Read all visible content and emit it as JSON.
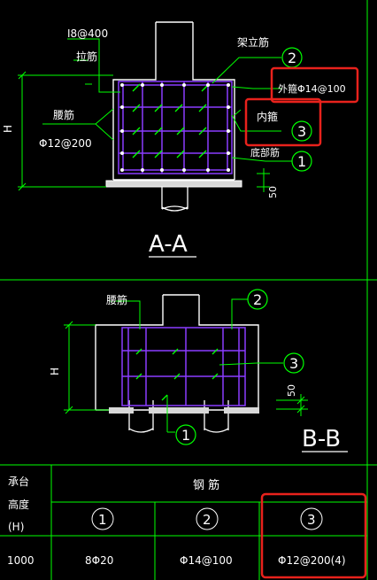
{
  "section_aa": {
    "label": "A-A",
    "annot_top": "Ⅰ8@400",
    "annot_tie": "拉筋",
    "annot_waist": "腰筋",
    "annot_waist_spec": "Φ12@200",
    "annot_frame": "架立筋",
    "annot_outer_hoop": "外箍Φ14@100",
    "annot_inner_hoop": "内箍",
    "annot_bottom_bar": "底部筋",
    "dim_h": "H",
    "dim_50": "50",
    "callout_1": "1",
    "callout_2": "2",
    "callout_3": "3"
  },
  "section_bb": {
    "label": "B-B",
    "annot_waist": "腰筋",
    "dim_h": "H",
    "dim_50": "50",
    "callout_1": "1",
    "callout_2": "2",
    "callout_3": "3"
  },
  "table": {
    "col_header_left": [
      "承台",
      "高度",
      "(H)"
    ],
    "col_header_rebar": "钢  筋",
    "col_nums": [
      "1",
      "2",
      "3"
    ],
    "row": {
      "height": "1000",
      "rebar_1": "8Φ20",
      "rebar_2": "Φ14@100",
      "rebar_3": "Φ12@200(4)"
    }
  },
  "colors": {
    "background": "#000000",
    "line_white": "#ffffff",
    "line_green": "#00ff00",
    "rebar_purple": "#8a3cff",
    "highlight_red": "#e8221c"
  }
}
